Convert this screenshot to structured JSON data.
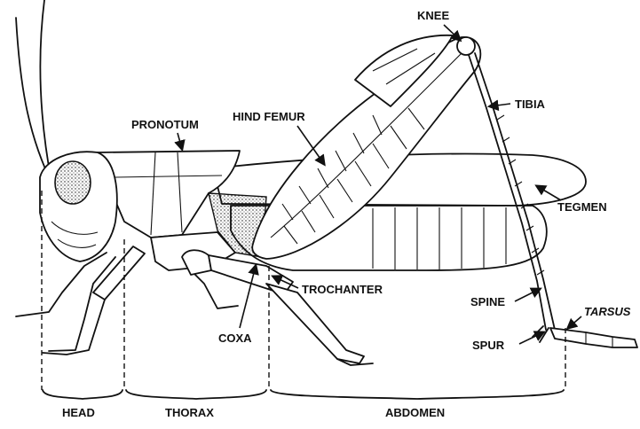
{
  "diagram": {
    "labels": {
      "knee": "KNEE",
      "pronotum": "PRONOTUM",
      "hind_femur": "HIND FEMUR",
      "tibia": "TIBIA",
      "tegmen": "TEGMEN",
      "trochanter": "TROCHANTER",
      "coxa": "COXA",
      "spine": "SPINE",
      "spur": "SPUR",
      "tarsus": "TARSUS"
    },
    "regions": {
      "head": "HEAD",
      "thorax": "THORAX",
      "abdomen": "ABDOMEN"
    }
  }
}
